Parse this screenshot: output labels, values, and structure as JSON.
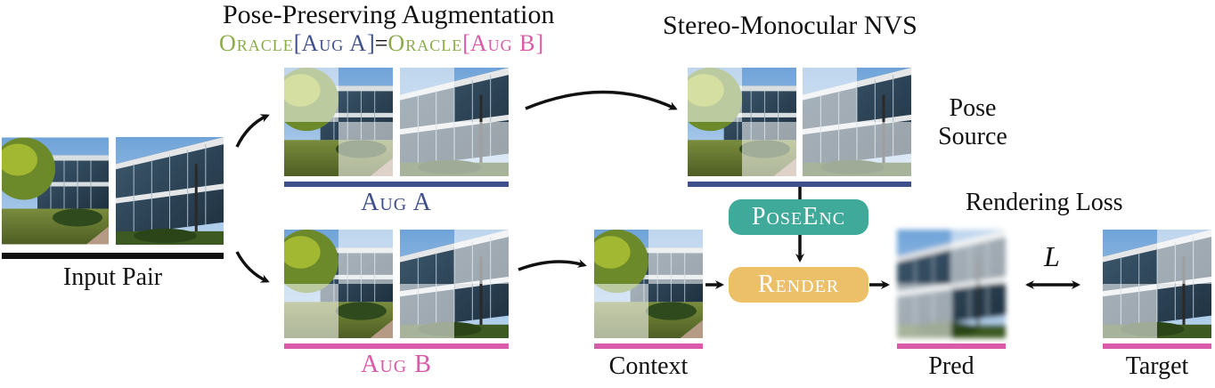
{
  "title_aug": "Pose-Preserving Augmentation",
  "oracle_equation": {
    "oracle1": "Oracle",
    "lb1": "[",
    "aug_a": "Aug A",
    "rb1": "]",
    "eq": "=",
    "oracle2": "Oracle",
    "lb2": "[",
    "aug_b": "Aug B",
    "rb2": "]"
  },
  "title_nvs": "Stereo-Monocular NVS",
  "pose_source": [
    "Pose",
    "Source"
  ],
  "input_pair_label": "Input Pair",
  "aug_a_label": "Aug A",
  "aug_b_label": "Aug B",
  "pose_enc_label": "PoseEnc",
  "render_label": "Render",
  "rendering_loss_label": "Rendering Loss",
  "loss_symbol": "L",
  "context_label": "Context",
  "pred_label": "Pred",
  "target_label": "Target",
  "colors": {
    "oracle_green": "#8aab4a",
    "aug_a_blue": "#3f4f8c",
    "aug_b_pink": "#d85aa8",
    "pose_enc_teal": "#3fa99a",
    "render_yellow": "#ecc069",
    "input_bar": "#111111"
  }
}
